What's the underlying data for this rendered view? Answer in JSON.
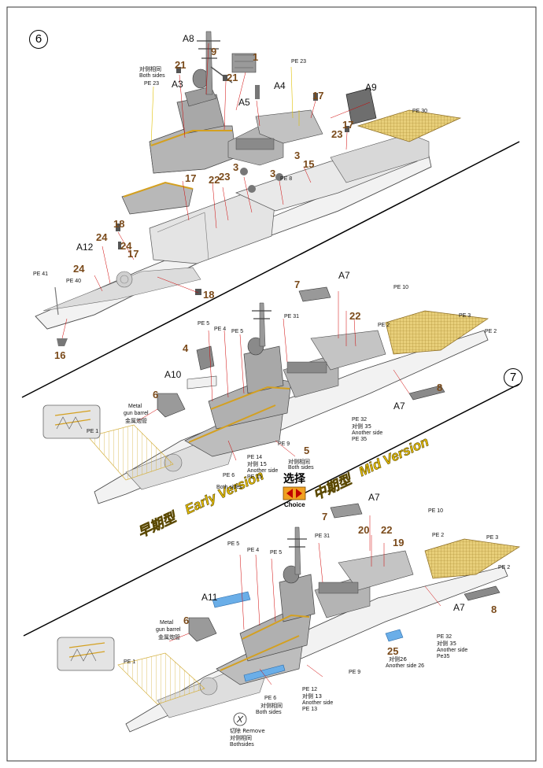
{
  "steps": {
    "six": "6",
    "seven": "7"
  },
  "choice": {
    "zh": "选择",
    "en": "Choice",
    "early_zh": "早期型",
    "early_en": "Early Version",
    "mid_zh": "中期型",
    "mid_en": "Mid Version"
  },
  "step6": {
    "parts": {
      "a8": "A8",
      "a3": "A3",
      "a5": "A5",
      "a4": "A4",
      "a9": "A9",
      "a12": "A12",
      "n9": "9",
      "n21a": "21",
      "n21b": "21",
      "n1": "1",
      "n17a": "17",
      "n17b": "17",
      "n17c": "17",
      "n17d": "17",
      "n23a": "23",
      "n23b": "23",
      "n22": "22",
      "n3a": "3",
      "n3b": "3",
      "n3c": "3",
      "n15": "15",
      "n24a": "24",
      "n24b": "24",
      "n24c": "24",
      "n18a": "18",
      "n18b": "18",
      "n16": "16"
    },
    "pe": {
      "pe23a": "PE 23",
      "pe23b": "PE 23",
      "pe30": "PE 30",
      "pe8": "PE 8",
      "pe41": "PE 41",
      "pe40": "PE 40"
    },
    "notes": {
      "both_zh": "对侧相同",
      "both_en": "Both sides"
    }
  },
  "step7_early": {
    "parts": {
      "a7a": "A7",
      "a7b": "A7",
      "a10": "A10",
      "n7": "7",
      "n22": "22",
      "n4": "4",
      "n6": "6",
      "n8": "8",
      "n5": "5"
    },
    "pe": {
      "pe5a": "PE 5",
      "pe4": "PE 4",
      "pe5b": "PE 5",
      "pe31": "PE 31",
      "pe10": "PE 10",
      "pe3": "PE 3",
      "pe2a": "PE 2",
      "pe2b": "PE 2",
      "pe1": "PE 1",
      "pe9": "PE 9"
    },
    "notes": {
      "barrel_en1": "Metal",
      "barrel_en2": "gun barrel",
      "barrel_zh": "金属炮管",
      "pe32_1": "PE 32",
      "pe32_2": "对侧 35",
      "pe32_3": "Another side",
      "pe32_4": "PE 35",
      "pe14_1": "PE 14",
      "pe14_2": "对侧 15",
      "pe14_3": "Another side",
      "pe14_4": "PE 15",
      "pe6_1": "PE 6",
      "pe6_2": "Both sides",
      "p5_zh": "对侧相同",
      "p5_en": "Both sides"
    }
  },
  "step7_mid": {
    "parts": {
      "a7a": "A7",
      "a7b": "A7",
      "a11": "A11",
      "n7": "7",
      "n20": "20",
      "n22": "22",
      "n19": "19",
      "n6": "6",
      "n8": "8",
      "n25": "25"
    },
    "pe": {
      "pe5a": "PE 5",
      "pe4": "PE 4",
      "pe5b": "PE 5",
      "pe31": "PE 31",
      "pe10": "PE 10",
      "pe3": "PE 3",
      "pe2a": "PE 2",
      "pe2b": "PE 2",
      "pe1": "PE 1",
      "pe9": "PE 9"
    },
    "notes": {
      "barrel_en1": "Metal",
      "barrel_en2": "gun barrel",
      "barrel_zh": "金属炮管",
      "pe32_1": "PE 32",
      "pe32_2": "对侧 35",
      "pe32_3": "Another side",
      "pe32_4": "Pe35",
      "p25_1": "对侧26",
      "p25_2": "Another side 26",
      "pe12_1": "PE 12",
      "pe12_2": "对侧 13",
      "pe12_3": "Another side",
      "pe12_4": "PE 13",
      "pe6_1": "PE 6",
      "pe6_2": "对侧相同",
      "pe6_3": "Both sides",
      "remove_1": "切除 Remove",
      "remove_2": "对侧相同",
      "remove_3": "Bothsides"
    }
  }
}
